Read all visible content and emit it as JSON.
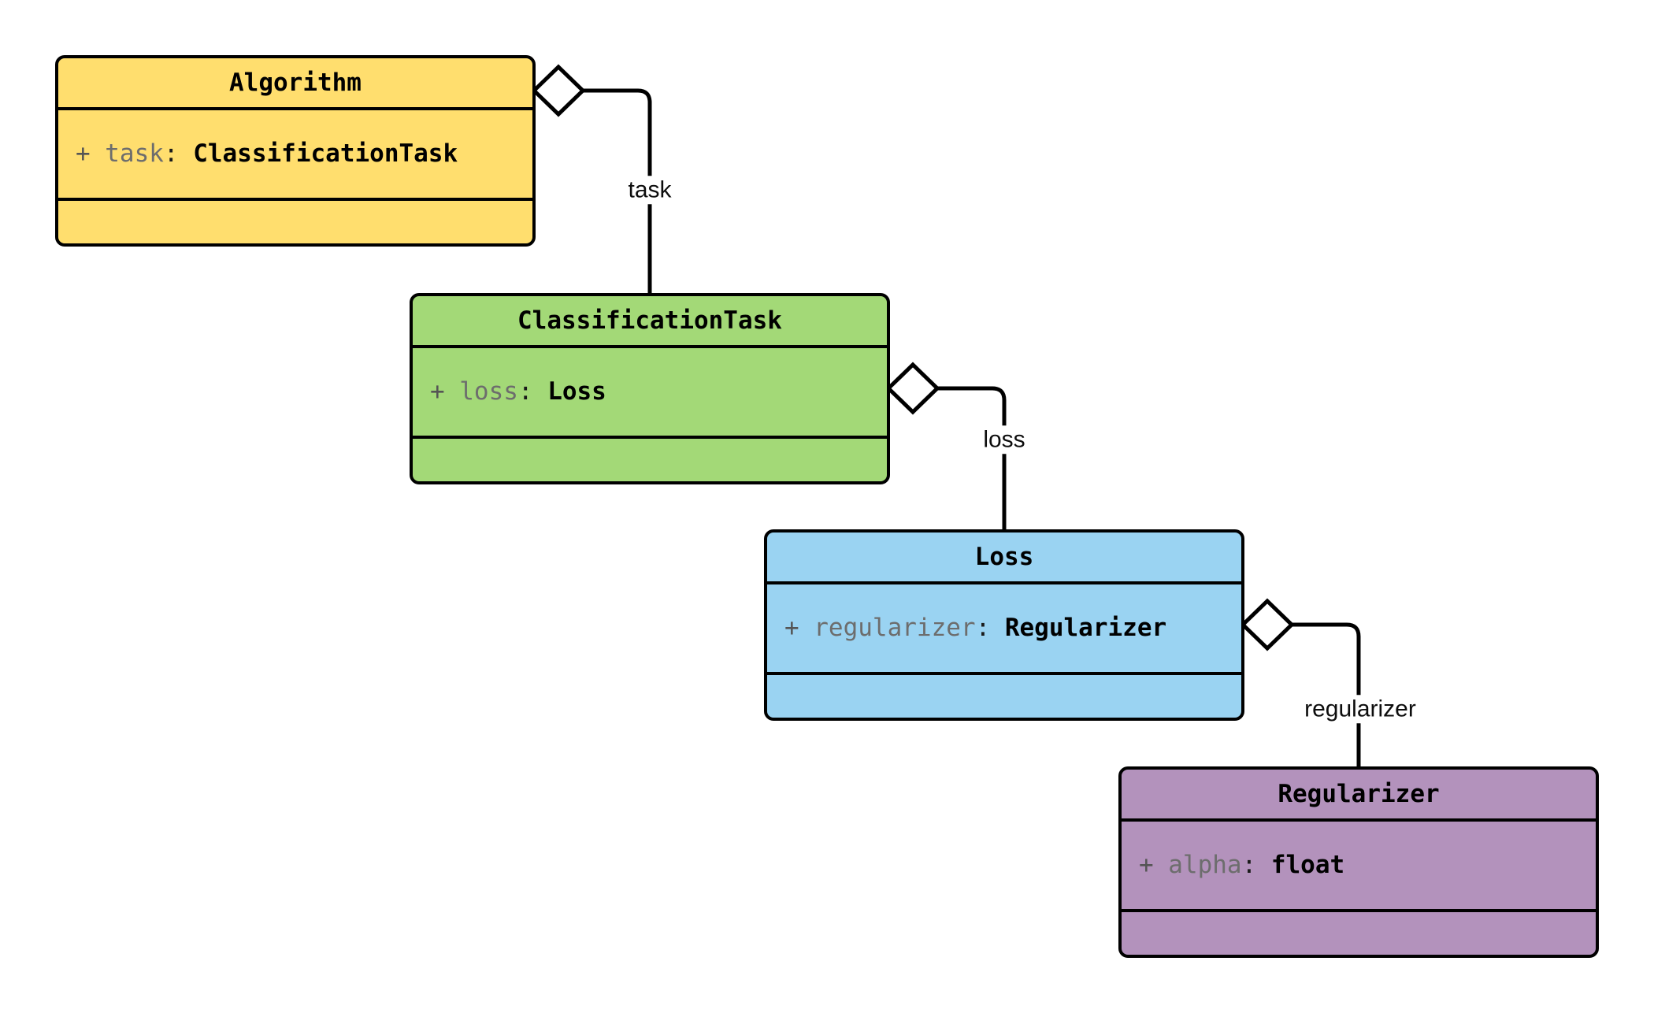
{
  "diagram": {
    "type": "uml-class-diagram",
    "title": "",
    "background_color": "#ffffff",
    "stroke_color": "#000000",
    "classes": [
      {
        "id": "algorithm",
        "name": "Algorithm",
        "fill_color": "#FFDE6E",
        "attributes": [
          {
            "visibility": "+",
            "name": "task",
            "separator": ":",
            "type": "ClassificationTask"
          }
        ],
        "methods": []
      },
      {
        "id": "classification_task",
        "name": "ClassificationTask",
        "fill_color": "#A3D977",
        "attributes": [
          {
            "visibility": "+",
            "name": "loss",
            "separator": ":",
            "type": "Loss"
          }
        ],
        "methods": []
      },
      {
        "id": "loss",
        "name": "Loss",
        "fill_color": "#9AD3F2",
        "attributes": [
          {
            "visibility": "+",
            "name": "regularizer",
            "separator": ":",
            "type": "Regularizer"
          }
        ],
        "methods": []
      },
      {
        "id": "regularizer",
        "name": "Regularizer",
        "fill_color": "#B392BC",
        "attributes": [
          {
            "visibility": "+",
            "name": "alpha",
            "separator": ":",
            "type": "float"
          }
        ],
        "methods": []
      }
    ],
    "relations": [
      {
        "id": "rel-task",
        "kind": "aggregation",
        "marker": "open-diamond",
        "from": "algorithm",
        "to": "classification_task",
        "label": "task"
      },
      {
        "id": "rel-loss",
        "kind": "aggregation",
        "marker": "open-diamond",
        "from": "classification_task",
        "to": "loss",
        "label": "loss"
      },
      {
        "id": "rel-regularizer",
        "kind": "aggregation",
        "marker": "open-diamond",
        "from": "loss",
        "to": "regularizer",
        "label": "regularizer"
      }
    ]
  }
}
